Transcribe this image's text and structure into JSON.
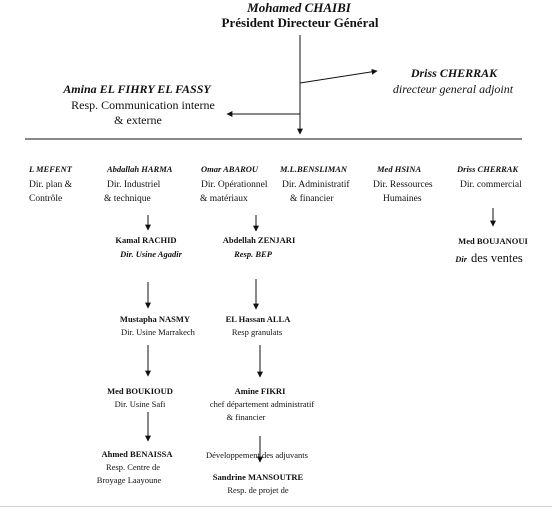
{
  "ceo": {
    "name": "Mohamed CHAIBI",
    "title": "Président Directeur Général"
  },
  "deputy": {
    "name": "Driss CHERRAK",
    "title": "directeur general adjoint"
  },
  "communication": {
    "name": "Amina EL FIHRY EL FASSY",
    "title_line1": "Resp. Communication interne",
    "title_line2": "& externe"
  },
  "directors": [
    {
      "name": "L MEFENT",
      "line1": "Dir. plan &",
      "line2": "Contrôle"
    },
    {
      "name": "Abdallah HARMA",
      "line1": "Dir. Industriel",
      "line2": "& technique"
    },
    {
      "name": "Omar ABAROU",
      "line1": "Dir. Opérationnel",
      "line2": "& matériaux"
    },
    {
      "name": "M.L.BENSLIMAN",
      "line1": "Dir. Administratif",
      "line2": "& financier"
    },
    {
      "name": "Med HSINA",
      "line1": "Dir. Ressources",
      "line2": "Humaines"
    },
    {
      "name": "Driss CHERRAK",
      "line1": "Dir. commercial",
      "line2": ""
    }
  ],
  "industrial_chain": [
    {
      "name": "Kamal RACHID",
      "title": "Dir. Usine Agadir"
    },
    {
      "name": "Mustapha NASMY",
      "title": "Dir. Usine Marrakech"
    },
    {
      "name": "Med BOUKIOUD",
      "title": "Dir. Usine Safi"
    },
    {
      "name": "Ahmed BENAISSA",
      "title_line1": "Resp. Centre de",
      "title_line2": "Broyage Laayoune"
    }
  ],
  "operational_chain": [
    {
      "name": "Abdellah ZENJARI",
      "title": "Resp. BEP"
    },
    {
      "name": "EL Hassan ALLA",
      "title": "Resp granulats"
    },
    {
      "name": "Amine FIKRI",
      "title_line1": "chef département administratif",
      "title_line2": "& financier"
    },
    {
      "name": "Sandrine MANSOUTRE",
      "title_line1": "Développement des adjuvants",
      "title_line2": "Resp. de projet de"
    }
  ],
  "commercial_chain": [
    {
      "name": "Med BOUJANOUI",
      "title_prefix": "Dir",
      "title_rest": "des ventes"
    }
  ]
}
